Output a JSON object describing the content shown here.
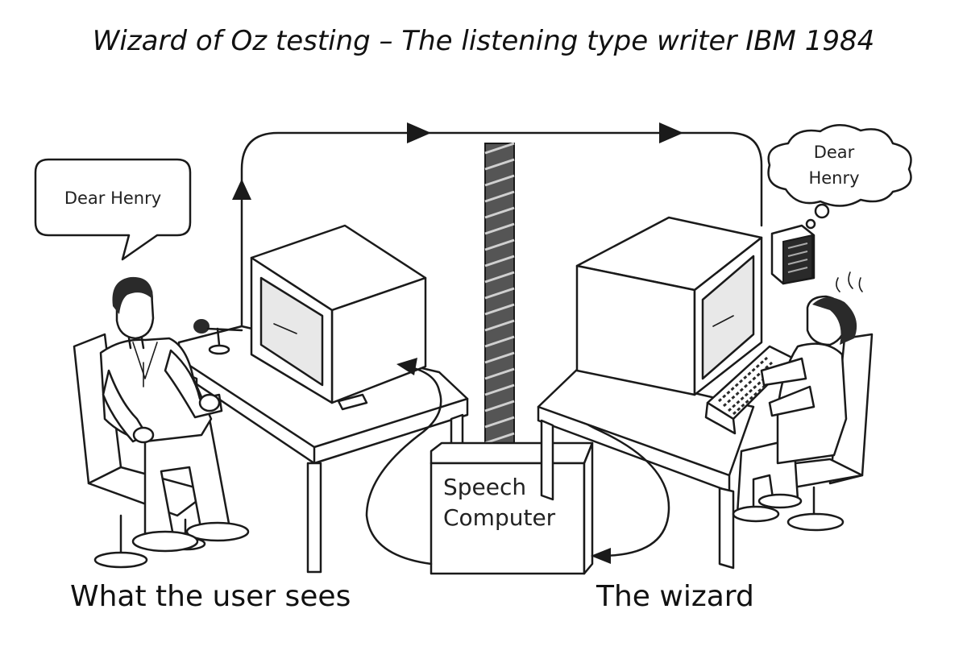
{
  "title": "Wizard of Oz testing – The listening type writer IBM 1984",
  "user_speech_bubble": "Dear Henry",
  "wizard_thought_bubble": [
    "Dear",
    "Henry"
  ],
  "speech_computer_label": [
    "Speech",
    "Computer"
  ],
  "captions": {
    "user_side": "What the user sees",
    "wizard_side": "The wizard"
  }
}
